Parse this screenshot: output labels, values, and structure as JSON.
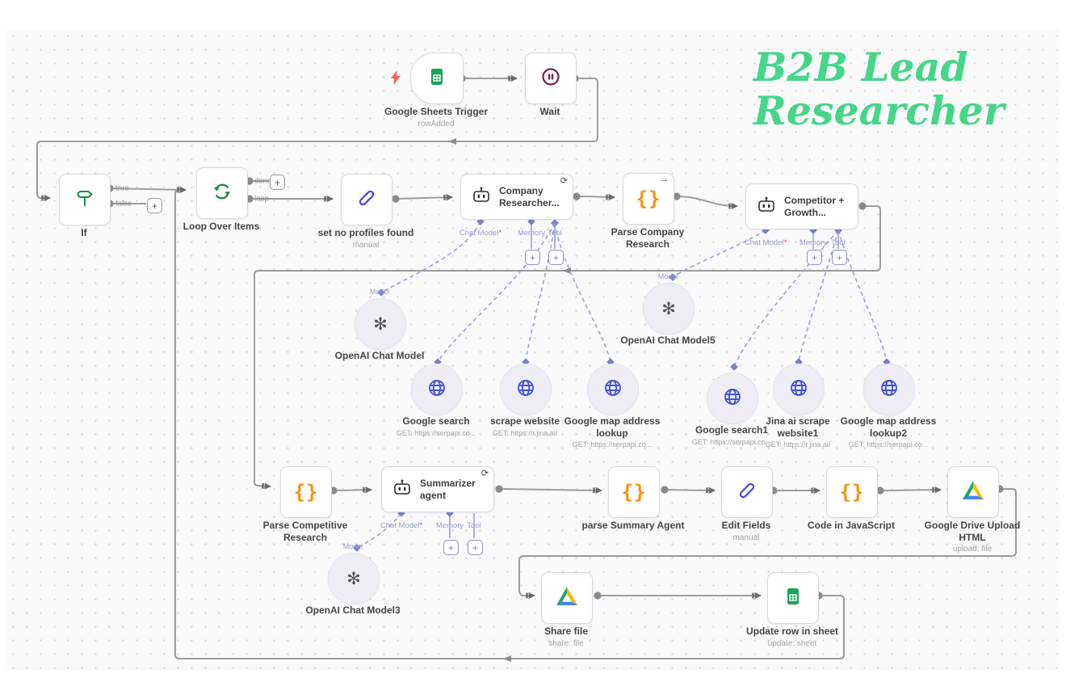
{
  "title": {
    "line1": "B2B Lead",
    "line2": "Researcher",
    "color": "#45d687"
  },
  "colors": {
    "wire": "#9c9c9c",
    "dashed": "#9ba0d8",
    "diamond": "#7b81c8",
    "node_border": "#d9d9e2",
    "green_icon": "#178a43",
    "maroon_icon": "#7b2046",
    "orange_icon": "#f5930f",
    "blue_pencil": "#4a43e2",
    "blue_globe": "#4753d8",
    "sheets_green": "#1da35c",
    "title_green": "#45d687",
    "bolt_red": "#ff6155"
  },
  "ports": {
    "chat_model": "Chat Model",
    "required": "*",
    "memory": "Memory",
    "tool": "Tool",
    "model": "Model",
    "true": "true",
    "false": "false",
    "done": "done",
    "loop": "loop"
  },
  "misc": {
    "plus": "+"
  },
  "nodes": {
    "sheets_trigger": {
      "label": "Google Sheets Trigger",
      "subtitle": "rowAdded"
    },
    "wait": {
      "label": "Wait"
    },
    "if": {
      "label": "If"
    },
    "loop": {
      "label": "Loop Over Items"
    },
    "set_no_profiles": {
      "label": "set no profiles found",
      "subtitle": "manual"
    },
    "company_researcher": {
      "label": "Company Researcher...",
      "corner_icon": "⟳"
    },
    "parse_company": {
      "label": "Parse Company Research",
      "corner_icon": "→"
    },
    "competitor_growth": {
      "label": "Competitor + Growth..."
    },
    "openai_model": {
      "label": "OpenAI Chat Model"
    },
    "openai_model5": {
      "label": "OpenAI Chat Model5"
    },
    "openai_model3": {
      "label": "OpenAI Chat Model3"
    },
    "google_search": {
      "label": "Google search",
      "subtitle": "GET: https://serpapi.co..."
    },
    "scrape_website": {
      "label": "scrape website",
      "subtitle": "GET: https://r.jina.ai/"
    },
    "gmap_lookup": {
      "label": "Google map address lookup",
      "subtitle": "GET: https://serpapi.co..."
    },
    "google_search1": {
      "label": "Google search1",
      "subtitle": "GET: https://serpapi.co..."
    },
    "jina_scrape1": {
      "label": "Jina ai scrape website1",
      "subtitle": "GET: https://r.jina.ai/"
    },
    "gmap_lookup2": {
      "label": "Google map address lookup2",
      "subtitle": "GET: https://serpapi.co..."
    },
    "parse_competitive": {
      "label": "Parse Competitive Research"
    },
    "summarizer": {
      "label": "Summarizer agent",
      "corner_icon": "⟳"
    },
    "parse_summary": {
      "label": "parse Summary Agent"
    },
    "edit_fields": {
      "label": "Edit Fields",
      "subtitle": "manual"
    },
    "code_js": {
      "label": "Code in JavaScript"
    },
    "gdrive_upload": {
      "label": "Google Drive Upload HTML",
      "subtitle": "upload: file"
    },
    "share_file": {
      "label": "Share file",
      "subtitle": "share: file"
    },
    "update_row": {
      "label": "Update row in sheet",
      "subtitle": "update: sheet"
    }
  }
}
